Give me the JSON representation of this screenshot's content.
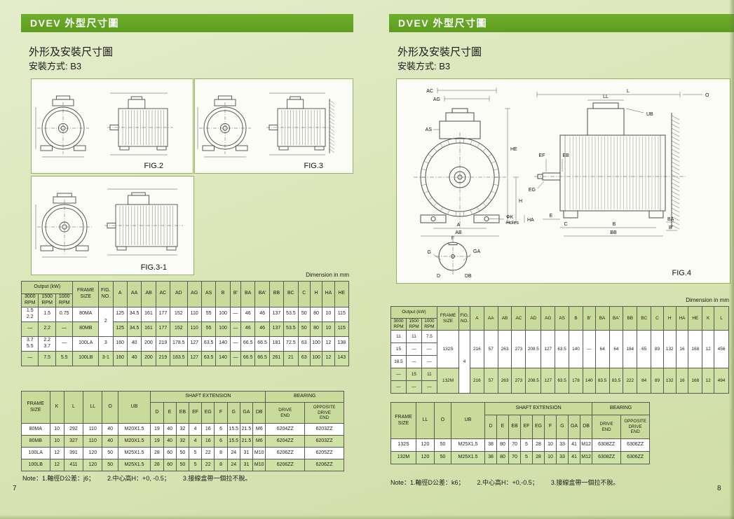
{
  "left_page": {
    "header_title": "DVEV 外型尺寸圖",
    "subtitle_line1": "外形及安裝尺寸圖",
    "subtitle_line2": "安裝方式: B3",
    "fig2_label": "FIG.2",
    "fig3_label": "FIG.3",
    "fig31_label": "FIG.3-1",
    "dimension_note": "Dimension in mm",
    "table1": {
      "header": {
        "output": "Output (kW)",
        "rpms": [
          "3000\nRPM",
          "1500\nRPM",
          "1000\nRPM"
        ],
        "frame": "FRAME\nSIZE",
        "fig": "FIG.\nNO.",
        "dims": [
          "A",
          "AA",
          "AB",
          "AC",
          "AD",
          "AG",
          "AS",
          "B",
          "B'",
          "BA",
          "BA'",
          "BB",
          "BC",
          "C",
          "H",
          "HA",
          "HE"
        ]
      },
      "sub_rows": [
        [
          "1.5\n2.2",
          "1.5",
          "0.75"
        ],
        [
          "—",
          "2.2",
          "—"
        ],
        [
          "3.7\n5.5",
          "2.2\n3.7",
          "—"
        ],
        [
          "—",
          "7.5",
          "5.5"
        ]
      ],
      "groups": [
        {
          "frame": "80MA",
          "span": 1,
          "shaded": false,
          "values": [
            "125",
            "34.5",
            "161",
            "177",
            "152",
            "110",
            "55",
            "100",
            "—",
            "46",
            "46",
            "137",
            "53.5",
            "50",
            "80",
            "10",
            "115"
          ]
        },
        {
          "frame": "80MB",
          "span": 1,
          "shaded": true,
          "values": [
            "125",
            "34.5",
            "161",
            "177",
            "152",
            "110",
            "55",
            "100",
            "—",
            "46",
            "46",
            "137",
            "53.5",
            "50",
            "80",
            "10",
            "115"
          ]
        },
        {
          "frame": "100LA",
          "span": 1,
          "shaded": false,
          "values": [
            "160",
            "40",
            "200",
            "219",
            "178.5",
            "127",
            "63.5",
            "140",
            "—",
            "66.5",
            "66.5",
            "181",
            "72.5",
            "63",
            "100",
            "12",
            "138"
          ]
        },
        {
          "frame": "100LB",
          "span": 1,
          "shaded": true,
          "values": [
            "160",
            "40",
            "200",
            "219",
            "183.5",
            "127",
            "63.5",
            "140",
            "—",
            "66.5",
            "66.5",
            "261",
            "21",
            "63",
            "100",
            "12",
            "143"
          ]
        }
      ],
      "figs": [
        {
          "label": "2",
          "span": 2
        },
        {
          "label": "3",
          "span": 1
        },
        {
          "label": "3-1",
          "span": 1
        }
      ]
    },
    "table2": {
      "frame_header": "FRAME\nSIZE",
      "pre_cols": [
        "K",
        "L",
        "LL",
        "O",
        "UB"
      ],
      "shaft_group": "SHAFT  EXTENSION",
      "shaft_cols": [
        "D",
        "E",
        "EB",
        "EF",
        "EG",
        "F",
        "G",
        "GA",
        "DB"
      ],
      "bearing_group": "BEARING",
      "bearing_cols": [
        "DRIVE\nEND",
        "OPPOSITE\nDRIVE\nEND"
      ],
      "rows": [
        {
          "frame": "80MA",
          "shaded": false,
          "cells": [
            "10",
            "292",
            "110",
            "40",
            "M20X1.5",
            "19",
            "40",
            "32",
            "4",
            "16",
            "6",
            "15.5",
            "21.5",
            "M6",
            "6204ZZ",
            "6203ZZ"
          ]
        },
        {
          "frame": "80MB",
          "shaded": true,
          "cells": [
            "10",
            "327",
            "110",
            "40",
            "M20X1.5",
            "19",
            "40",
            "32",
            "4",
            "16",
            "6",
            "15.5",
            "21.5",
            "M6",
            "6204ZZ",
            "6203ZZ"
          ]
        },
        {
          "frame": "100LA",
          "shaded": false,
          "cells": [
            "12",
            "391",
            "120",
            "50",
            "M25X1.5",
            "28",
            "60",
            "50",
            "5",
            "22",
            "8",
            "24",
            "31",
            "M10",
            "6206ZZ",
            "6205ZZ"
          ]
        },
        {
          "frame": "100LB",
          "shaded": true,
          "cells": [
            "12",
            "411",
            "120",
            "50",
            "M25X1.5",
            "28",
            "60",
            "50",
            "5",
            "22",
            "8",
            "24",
            "31",
            "M10",
            "6206ZZ",
            "6206ZZ"
          ]
        }
      ]
    },
    "note_parts": [
      "Note：1.軸徑D公差：j6；",
      "2.中心高H：+0, -0.5；",
      "3.接線盒帶一個拉不脫。"
    ],
    "page_number": "7"
  },
  "right_page": {
    "header_title": "DVEV 外型尺寸圖",
    "subtitle_line1": "外形及安裝尺寸圖",
    "subtitle_line2": "安裝方式: B3",
    "fig4_label": "FIG.4",
    "dimension_note": "Dimension  in  mm",
    "fig4_labels": [
      "AC",
      "AG",
      "AS",
      "HE",
      "H",
      "HA",
      "A",
      "AB",
      "ΦK",
      "Holes",
      "F",
      "G",
      "GA",
      "D",
      "DB",
      "L",
      "O",
      "LL",
      "UB",
      "EF",
      "EB",
      "EG",
      "E",
      "C",
      "B",
      "BB",
      "BA",
      "B'"
    ],
    "table1": {
      "header": {
        "output": "Output (kW)",
        "rpms": [
          "3000\nRPM",
          "1500\nRPM",
          "1000\nRPM"
        ],
        "frame": "FRAME\nSIZE",
        "fig": "FIG.\nNO.",
        "dims": [
          "A",
          "AA",
          "AB",
          "AC",
          "AD",
          "AG",
          "AS",
          "B",
          "B'",
          "BA",
          "BA'",
          "BB",
          "BC",
          "C",
          "H",
          "HA",
          "HE",
          "K",
          "L"
        ]
      },
      "sub_rows": [
        [
          "11",
          "11",
          "7.5"
        ],
        [
          "15",
          "—",
          "—"
        ],
        [
          "18.5",
          "—",
          "—"
        ],
        [
          "—",
          "15",
          "11"
        ],
        [
          "—",
          "—",
          "—"
        ]
      ],
      "groups": [
        {
          "frame": "132S",
          "span": 3,
          "shaded": false,
          "values": [
            "216",
            "57",
            "263",
            "273",
            "208.5",
            "127",
            "63.5",
            "140",
            "—",
            "64",
            "64",
            "184",
            "65",
            "89",
            "132",
            "16",
            "168",
            "12",
            "456"
          ]
        },
        {
          "frame": "132M",
          "span": 2,
          "shaded": true,
          "values": [
            "216",
            "57",
            "263",
            "273",
            "208.5",
            "127",
            "63.5",
            "178",
            "140",
            "83.5",
            "83.5",
            "222",
            "84",
            "89",
            "132",
            "16",
            "168",
            "12",
            "494"
          ]
        }
      ],
      "figs": [
        {
          "label": "4",
          "span": 5
        }
      ]
    },
    "table2": {
      "frame_header": "FRAME\nSIZE",
      "pre_cols": [
        "LL",
        "O",
        "UB"
      ],
      "shaft_group": "SHAFT  EXTENSION",
      "shaft_cols": [
        "D",
        "E",
        "EB",
        "EF",
        "EG",
        "F",
        "G",
        "GA",
        "DB"
      ],
      "bearing_group": "BEARING",
      "bearing_cols": [
        "DRIVE\nEND",
        "OPPOSITE\nDRIVE\nEND"
      ],
      "rows": [
        {
          "frame": "132S",
          "shaded": false,
          "cells": [
            "120",
            "50",
            "M25X1.5",
            "38",
            "80",
            "70",
            "5",
            "28",
            "10",
            "33",
            "41",
            "M12",
            "6308ZZ",
            "6306ZZ"
          ]
        },
        {
          "frame": "132M",
          "shaded": true,
          "cells": [
            "120",
            "50",
            "M25X1.5",
            "38",
            "80",
            "70",
            "5",
            "28",
            "10",
            "33",
            "41",
            "M12",
            "6308ZZ",
            "6306ZZ"
          ]
        }
      ]
    },
    "note_parts": [
      "Note：1.軸徑D公差：k6；",
      "2.中心高H：+0,-0.5；",
      "3.接線盒帶一個拉不脫。"
    ],
    "page_number": "8"
  }
}
